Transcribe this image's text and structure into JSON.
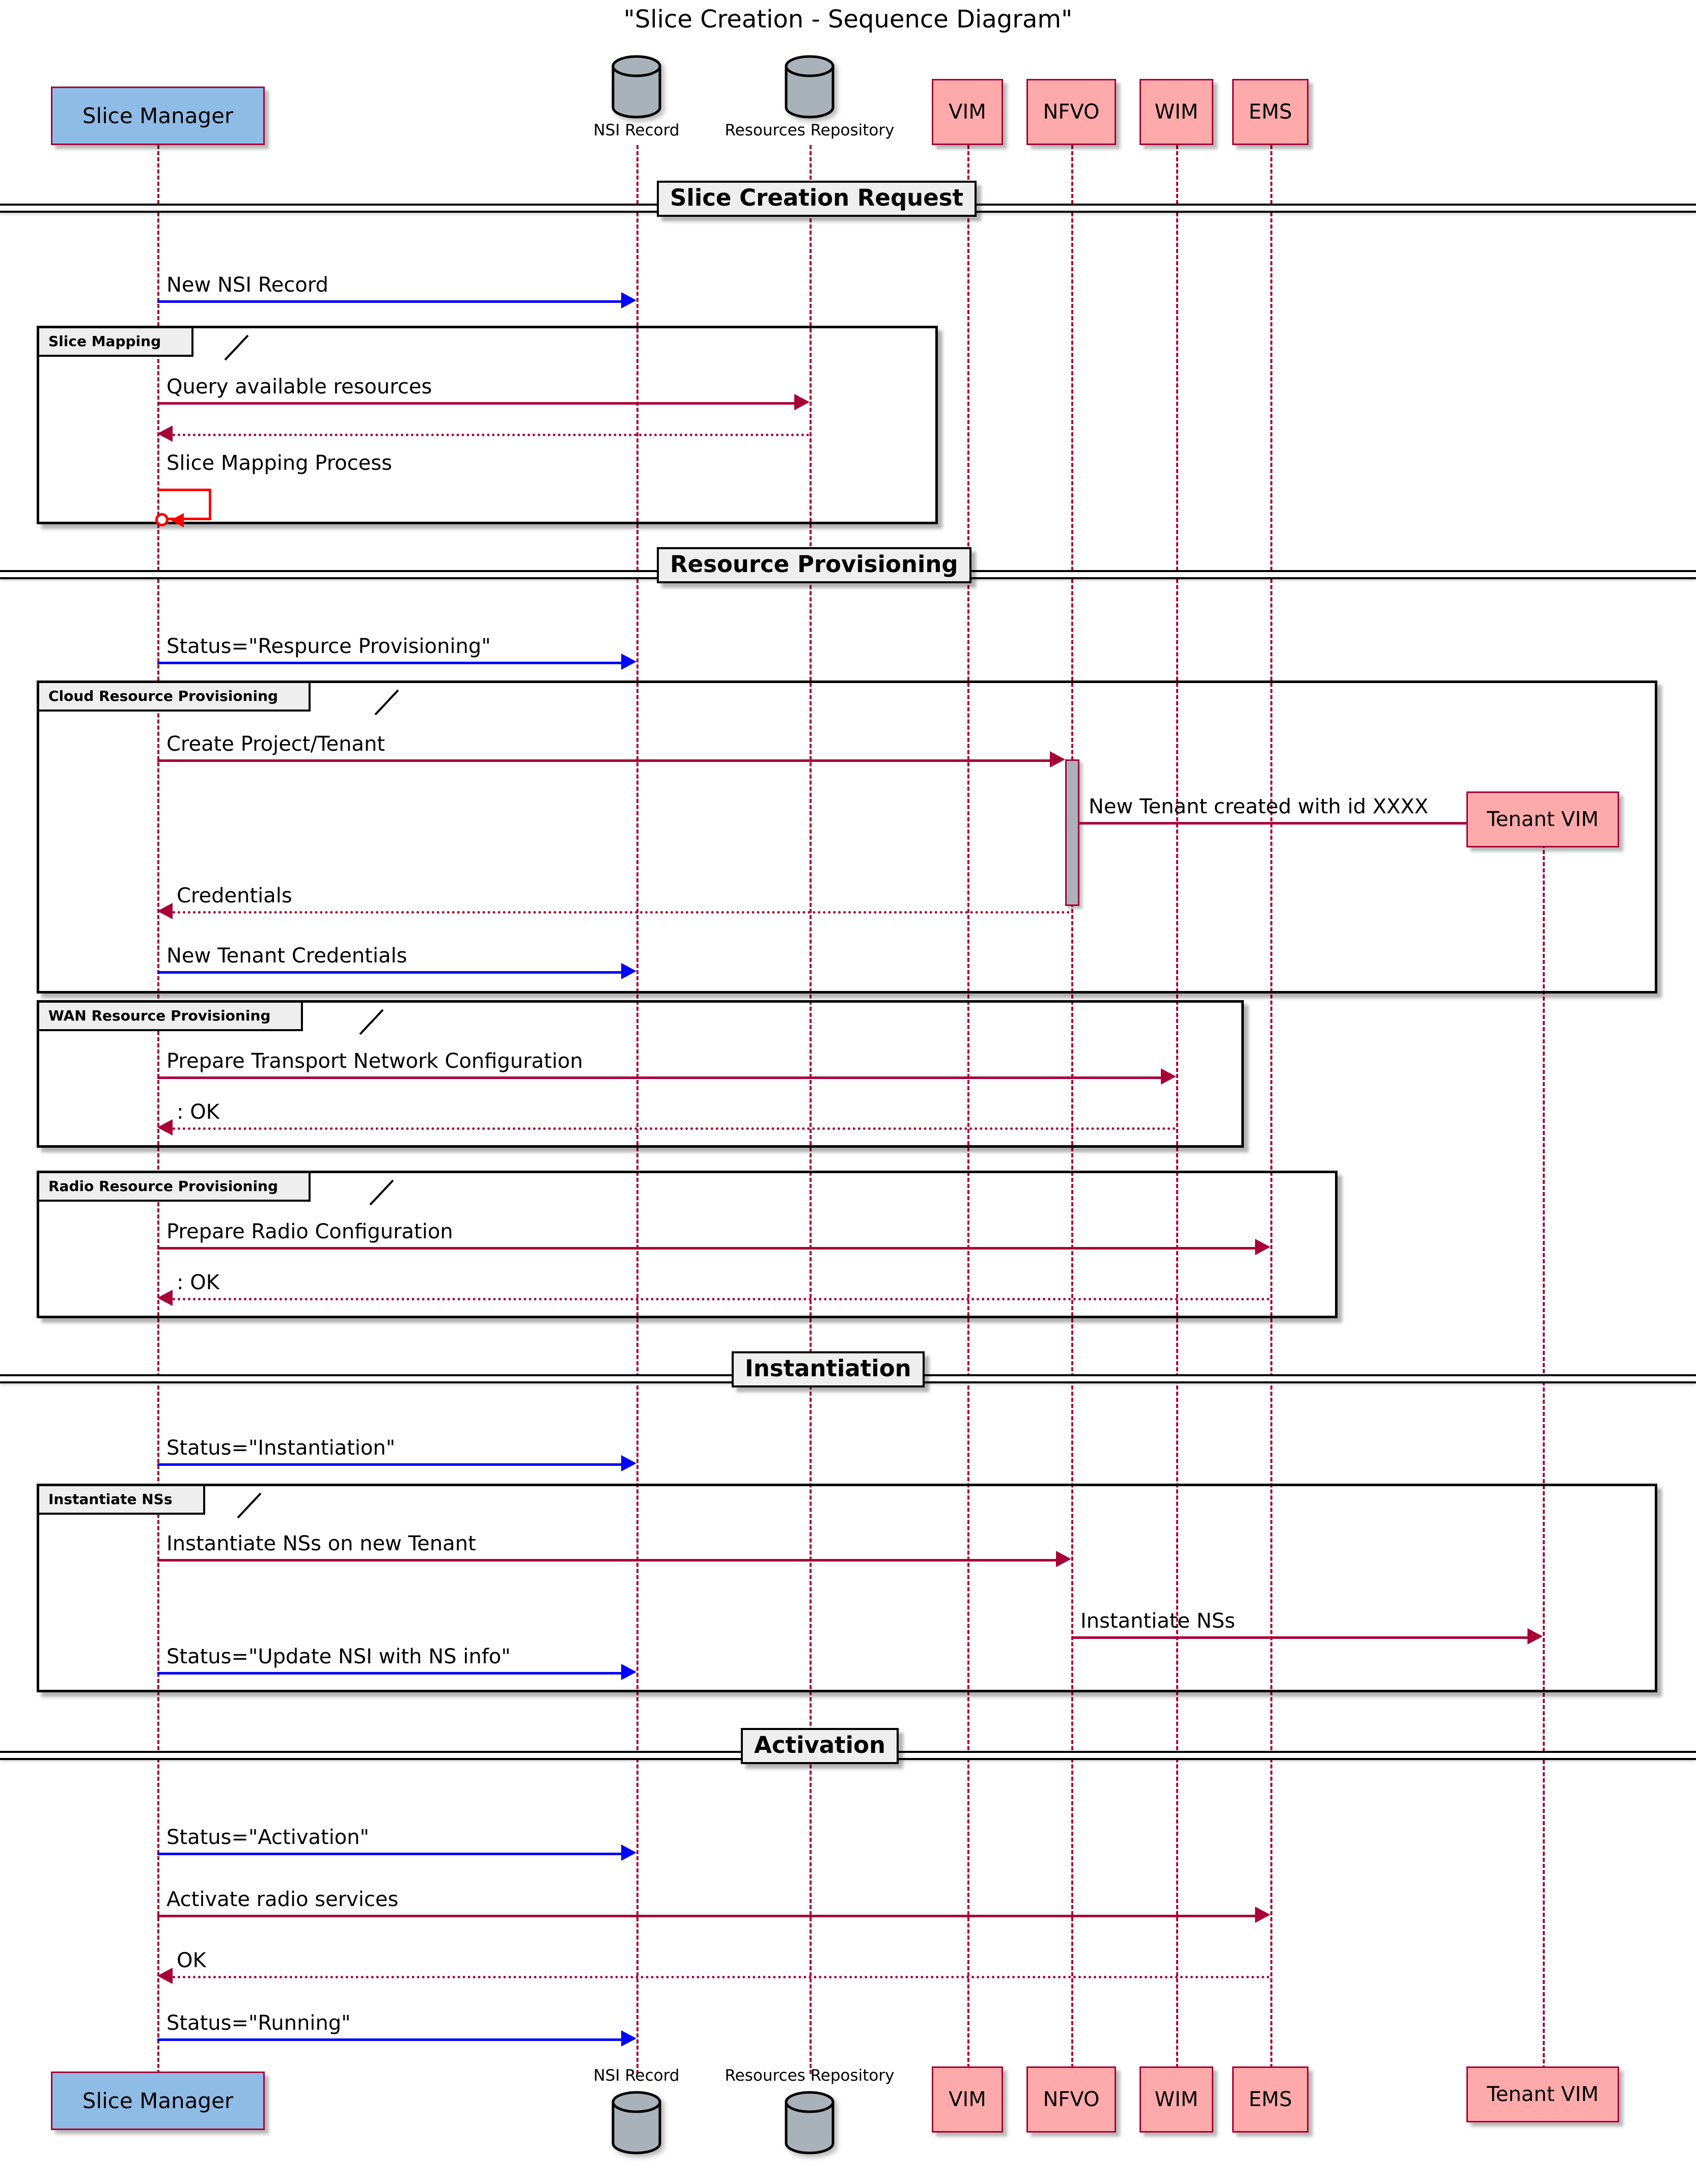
{
  "diagram": {
    "title": "\"Slice Creation - Sequence Diagram\"",
    "type": "sequence-diagram",
    "colors": {
      "participant_fill": "#FFAAAA",
      "participant_border": "#A80036",
      "actor_fill": "#8FBCE6",
      "database_fill": "#A9B1BA",
      "lifeline": "#A80036",
      "message_crimson": "#A80036",
      "message_blue": "#0000FF",
      "message_red": "#FF0000",
      "group_tab_fill": "#EEEEEE",
      "divider_fill": "#EEEEEE"
    }
  },
  "participants": [
    {
      "id": "sm",
      "label": "Slice Manager",
      "kind": "participant",
      "shape": "box"
    },
    {
      "id": "nsi",
      "label": "NSI Record",
      "kind": "entity",
      "shape": "database"
    },
    {
      "id": "rr",
      "label": "Resources Repository",
      "kind": "entity",
      "shape": "database"
    },
    {
      "id": "vim",
      "label": "VIM",
      "kind": "participant",
      "shape": "box"
    },
    {
      "id": "nfvo",
      "label": "NFVO",
      "kind": "participant",
      "shape": "box"
    },
    {
      "id": "wim",
      "label": "WIM",
      "kind": "participant",
      "shape": "box"
    },
    {
      "id": "ems",
      "label": "EMS",
      "kind": "participant",
      "shape": "box"
    },
    {
      "id": "tvim",
      "label": "Tenant VIM",
      "kind": "participant",
      "shape": "box"
    }
  ],
  "dividers": [
    {
      "id": "d1",
      "label": "Slice Creation Request"
    },
    {
      "id": "d2",
      "label": "Resource Provisioning"
    },
    {
      "id": "d3",
      "label": "Instantiation"
    },
    {
      "id": "d4",
      "label": "Activation"
    }
  ],
  "groups": [
    {
      "id": "g1",
      "label": "Slice Mapping"
    },
    {
      "id": "g2",
      "label": "Cloud Resource Provisioning"
    },
    {
      "id": "g3",
      "label": "WAN Resource Provisioning"
    },
    {
      "id": "g4",
      "label": "Radio Resource Provisioning"
    },
    {
      "id": "g5",
      "label": "Instantiate NSs"
    }
  ],
  "messages": [
    {
      "id": "m1",
      "from": "sm",
      "to": "nsi",
      "label": "New NSI Record",
      "style": "solid",
      "color": "#0000FF"
    },
    {
      "id": "m2",
      "from": "sm",
      "to": "rr",
      "label": "Query available resources",
      "style": "solid",
      "color": "#A80036"
    },
    {
      "id": "m3",
      "from": "rr",
      "to": "sm",
      "label": "",
      "style": "dotted",
      "color": "#A80036"
    },
    {
      "id": "m4",
      "from": "sm",
      "to": "sm",
      "label": "Slice Mapping Process",
      "style": "self",
      "color": "#FF0000"
    },
    {
      "id": "m5",
      "from": "sm",
      "to": "nsi",
      "label": "Status=\"Respurce Provisioning\"",
      "style": "solid",
      "color": "#0000FF"
    },
    {
      "id": "m6",
      "from": "sm",
      "to": "nfvo",
      "label": "Create Project/Tenant",
      "style": "solid",
      "color": "#A80036"
    },
    {
      "id": "m7",
      "from": "nfvo",
      "to": "tvim",
      "label": "New Tenant created with id XXXX",
      "style": "solid",
      "color": "#A80036"
    },
    {
      "id": "m8",
      "from": "nfvo",
      "to": "sm",
      "label": "Credentials",
      "style": "dotted",
      "color": "#A80036"
    },
    {
      "id": "m9",
      "from": "sm",
      "to": "nsi",
      "label": "New Tenant Credentials",
      "style": "solid",
      "color": "#0000FF"
    },
    {
      "id": "m10",
      "from": "sm",
      "to": "wim",
      "label": "Prepare Transport Network Configuration",
      "style": "solid",
      "color": "#A80036"
    },
    {
      "id": "m11",
      "from": "wim",
      "to": "sm",
      "label": ": OK",
      "style": "dotted",
      "color": "#A80036"
    },
    {
      "id": "m12",
      "from": "sm",
      "to": "ems",
      "label": "Prepare Radio Configuration",
      "style": "solid",
      "color": "#A80036"
    },
    {
      "id": "m13",
      "from": "ems",
      "to": "sm",
      "label": ": OK",
      "style": "dotted",
      "color": "#A80036"
    },
    {
      "id": "m14",
      "from": "sm",
      "to": "nsi",
      "label": "Status=\"Instantiation\"",
      "style": "solid",
      "color": "#0000FF"
    },
    {
      "id": "m15",
      "from": "sm",
      "to": "nfvo",
      "label": "Instantiate NSs on new Tenant",
      "style": "solid",
      "color": "#A80036"
    },
    {
      "id": "m16",
      "from": "nfvo",
      "to": "tvim",
      "label": "Instantiate NSs",
      "style": "solid",
      "color": "#A80036"
    },
    {
      "id": "m17",
      "from": "sm",
      "to": "nsi",
      "label": "Status=\"Update NSI with NS info\"",
      "style": "solid",
      "color": "#0000FF"
    },
    {
      "id": "m18",
      "from": "sm",
      "to": "nsi",
      "label": "Status=\"Activation\"",
      "style": "solid",
      "color": "#0000FF"
    },
    {
      "id": "m19",
      "from": "sm",
      "to": "ems",
      "label": "Activate radio services",
      "style": "solid",
      "color": "#A80036"
    },
    {
      "id": "m20",
      "from": "ems",
      "to": "sm",
      "label": "OK",
      "style": "dotted",
      "color": "#A80036"
    },
    {
      "id": "m21",
      "from": "sm",
      "to": "nsi",
      "label": "Status=\"Running\"",
      "style": "solid",
      "color": "#0000FF"
    }
  ]
}
